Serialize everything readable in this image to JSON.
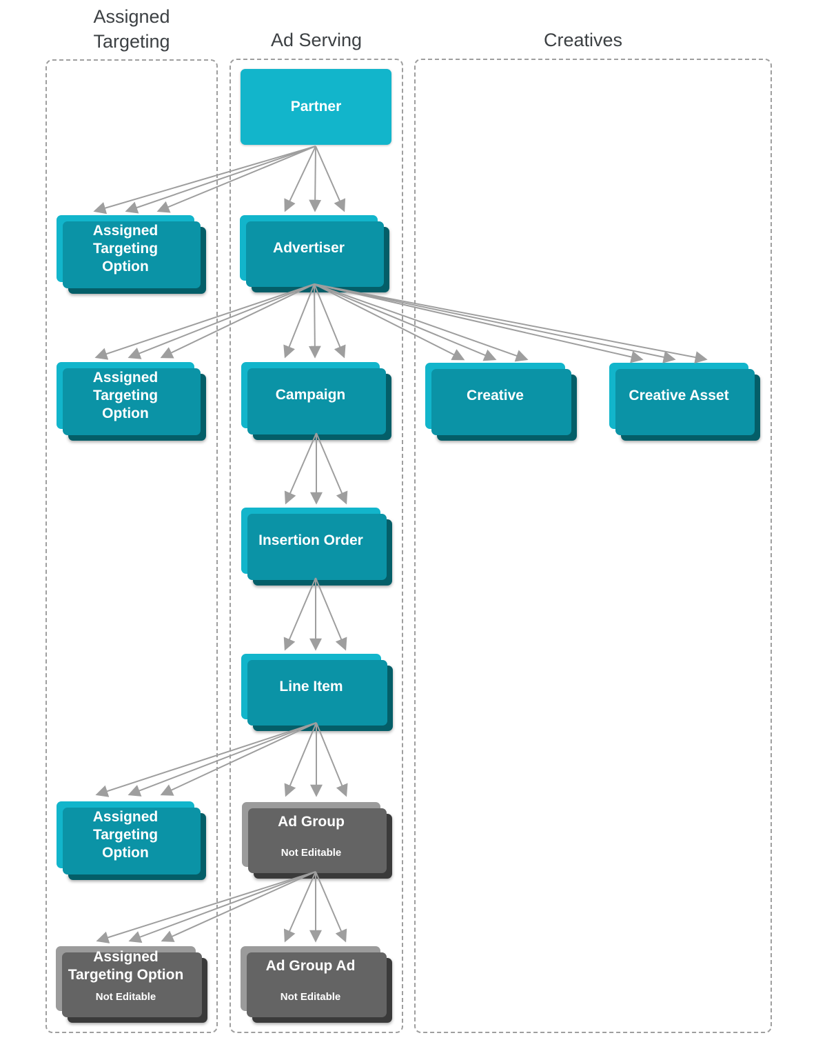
{
  "columns": {
    "assigned_targeting": {
      "header_line1": "Assigned",
      "header_line2": "Targeting"
    },
    "ad_serving": {
      "header": "Ad Serving"
    },
    "creatives": {
      "header": "Creatives"
    }
  },
  "nodes": {
    "partner": {
      "label": "Partner"
    },
    "advertiser": {
      "label": "Advertiser"
    },
    "assigned_targeting_option_advertiser": {
      "line1": "Assigned",
      "line2": "Targeting",
      "line3": "Option"
    },
    "campaign": {
      "label": "Campaign"
    },
    "assigned_targeting_option_campaign": {
      "line1": "Assigned",
      "line2": "Targeting",
      "line3": "Option"
    },
    "creative": {
      "label": "Creative"
    },
    "creative_asset": {
      "label": "Creative Asset"
    },
    "insertion_order": {
      "label": "Insertion Order"
    },
    "line_item": {
      "label": "Line Item"
    },
    "assigned_targeting_option_line_item": {
      "line1": "Assigned",
      "line2": "Targeting",
      "line3": "Option"
    },
    "ad_group": {
      "label": "Ad Group",
      "status": "Not Editable"
    },
    "assigned_targeting_option_ad_group": {
      "line1": "Assigned",
      "line2": "Targeting Option",
      "status": "Not Editable"
    },
    "ad_group_ad": {
      "label": "Ad Group Ad",
      "status": "Not Editable"
    }
  },
  "edges": [
    {
      "from": "partner",
      "to": "assigned_targeting_option_advertiser",
      "cardinality": "one-to-many"
    },
    {
      "from": "partner",
      "to": "advertiser",
      "cardinality": "one-to-many"
    },
    {
      "from": "advertiser",
      "to": "assigned_targeting_option_campaign",
      "cardinality": "one-to-many"
    },
    {
      "from": "advertiser",
      "to": "campaign",
      "cardinality": "one-to-many"
    },
    {
      "from": "advertiser",
      "to": "creative",
      "cardinality": "one-to-many"
    },
    {
      "from": "advertiser",
      "to": "creative_asset",
      "cardinality": "one-to-many"
    },
    {
      "from": "campaign",
      "to": "insertion_order",
      "cardinality": "one-to-many"
    },
    {
      "from": "insertion_order",
      "to": "line_item",
      "cardinality": "one-to-many"
    },
    {
      "from": "line_item",
      "to": "assigned_targeting_option_line_item",
      "cardinality": "one-to-many"
    },
    {
      "from": "line_item",
      "to": "ad_group",
      "cardinality": "one-to-many"
    },
    {
      "from": "ad_group",
      "to": "assigned_targeting_option_ad_group",
      "cardinality": "one-to-many"
    },
    {
      "from": "ad_group",
      "to": "ad_group_ad",
      "cardinality": "one-to-many"
    }
  ],
  "colors": {
    "cyan_front": "#12B5CB",
    "cyan_mid": "#0B93A6",
    "cyan_back": "#045E68",
    "gray_front": "#9B9B9B",
    "gray_mid": "#646464",
    "gray_back": "#3A3A3A",
    "arrow": "#9E9E9E",
    "dashed_border": "#9E9E9E",
    "header_text": "#3C4043",
    "node_text": "#FFFFFF",
    "background": "#FFFFFF"
  }
}
